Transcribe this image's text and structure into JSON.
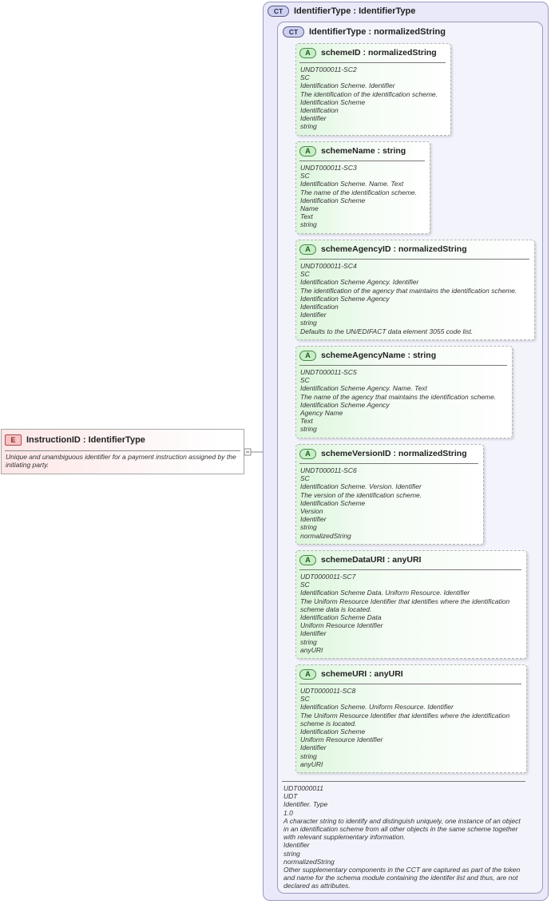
{
  "element": {
    "badge": "E",
    "title": "InstructionID : IdentifierType",
    "doc": "Unique and unambiguous identifier for a payment instruction assigned by the initiating party."
  },
  "ct_outer": {
    "badge": "CT",
    "title": "IdentifierType : IdentifierType"
  },
  "ct_inner": {
    "badge": "CT",
    "title": "IdentifierType : normalizedString"
  },
  "attributes": [
    {
      "badge": "A",
      "title": "schemeID : normalizedString",
      "lines": [
        "UNDT000011-SC2",
        "SC",
        "Identification Scheme. Identifier",
        "The identification of the identification scheme.",
        "Identification Scheme",
        "Identification",
        "Identifier",
        "string"
      ]
    },
    {
      "badge": "A",
      "title": "schemeName : string",
      "lines": [
        "UNDT000011-SC3",
        "SC",
        "Identification Scheme. Name. Text",
        "The name of the identification scheme.",
        "Identification Scheme",
        "Name",
        "Text",
        "string"
      ]
    },
    {
      "badge": "A",
      "title": "schemeAgencyID : normalizedString",
      "lines": [
        "UNDT000011-SC4",
        "SC",
        "Identification Scheme Agency. Identifier",
        "The identification of the agency that maintains the identification scheme.",
        "Identification Scheme Agency",
        "Identification",
        "Identifier",
        "string",
        "Defaults to the UN/EDIFACT data element 3055 code list."
      ]
    },
    {
      "badge": "A",
      "title": "schemeAgencyName : string",
      "lines": [
        "UNDT000011-SC5",
        "SC",
        "Identification Scheme Agency. Name. Text",
        "The name of the agency that maintains the identification scheme.",
        "Identification Scheme Agency",
        "Agency Name",
        "Text",
        "string"
      ]
    },
    {
      "badge": "A",
      "title": "schemeVersionID : normalizedString",
      "lines": [
        "UNDT000011-SC6",
        "SC",
        "Identification Scheme. Version. Identifier",
        "The version of the identification scheme.",
        "Identification Scheme",
        "Version",
        "Identifier",
        "string",
        "normalizedString"
      ]
    },
    {
      "badge": "A",
      "title": "schemeDataURI : anyURI",
      "lines": [
        "UDT0000011-SC7",
        "SC",
        "Identification Scheme Data. Uniform Resource. Identifier",
        "The Uniform Resource Identifier that identifies where the identification scheme data is located.",
        "Identification Scheme Data",
        "Uniform Resource Identifier",
        "Identifier",
        "string",
        "anyURI"
      ]
    },
    {
      "badge": "A",
      "title": "schemeURI : anyURI",
      "lines": [
        "UDT0000011-SC8",
        "SC",
        "Identification Scheme. Uniform Resource. Identifier",
        "The Uniform Resource Identifier that identifies where the identification scheme is located.",
        "Identification Scheme",
        "Uniform Resource Identifier",
        "Identifier",
        "string",
        "anyURI"
      ]
    }
  ],
  "ct_doc": [
    "UDT0000011",
    "UDT",
    "Identifier. Type",
    "1.0",
    "A character string to identify and distinguish uniquely, one instance of an object in an identification scheme from all other objects in the same scheme together with relevant supplementary information.",
    "Identifier",
    "string",
    "normalizedString",
    "Other supplementary components in the CCT are captured as part of the token and name for the schema module containing the identifer list and thus, are not declared as attributes."
  ]
}
